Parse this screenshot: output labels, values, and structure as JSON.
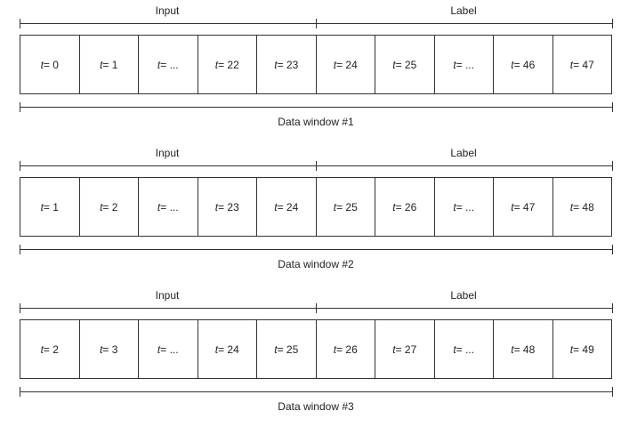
{
  "windows": [
    {
      "input_label": "Input",
      "label_label": "Label",
      "cells": [
        {
          "var": "t",
          "text": " = 0"
        },
        {
          "var": "t",
          "text": " = 1"
        },
        {
          "var": "t",
          "text": " = ..."
        },
        {
          "var": "t",
          "text": " = 22"
        },
        {
          "var": "t",
          "text": " = 23"
        },
        {
          "var": "t",
          "text": " = 24"
        },
        {
          "var": "t",
          "text": " = 25"
        },
        {
          "var": "t",
          "text": " = ..."
        },
        {
          "var": "t",
          "text": " = 46"
        },
        {
          "var": "t",
          "text": " = 47"
        }
      ],
      "caption": "Data window #1"
    },
    {
      "input_label": "Input",
      "label_label": "Label",
      "cells": [
        {
          "var": "t",
          "text": " = 1"
        },
        {
          "var": "t",
          "text": " = 2"
        },
        {
          "var": "t",
          "text": " = ..."
        },
        {
          "var": "t",
          "text": " = 23"
        },
        {
          "var": "t",
          "text": " = 24"
        },
        {
          "var": "t",
          "text": " = 25"
        },
        {
          "var": "t",
          "text": " = 26"
        },
        {
          "var": "t",
          "text": " = ..."
        },
        {
          "var": "t",
          "text": " = 47"
        },
        {
          "var": "t",
          "text": " = 48"
        }
      ],
      "caption": "Data window #2"
    },
    {
      "input_label": "Input",
      "label_label": "Label",
      "cells": [
        {
          "var": "t",
          "text": " = 2"
        },
        {
          "var": "t",
          "text": " = 3"
        },
        {
          "var": "t",
          "text": " = ..."
        },
        {
          "var": "t",
          "text": " = 24"
        },
        {
          "var": "t",
          "text": " = 25"
        },
        {
          "var": "t",
          "text": " = 26"
        },
        {
          "var": "t",
          "text": " = 27"
        },
        {
          "var": "t",
          "text": " = ..."
        },
        {
          "var": "t",
          "text": " = 48"
        },
        {
          "var": "t",
          "text": " = 49"
        }
      ],
      "caption": "Data window #3"
    }
  ]
}
